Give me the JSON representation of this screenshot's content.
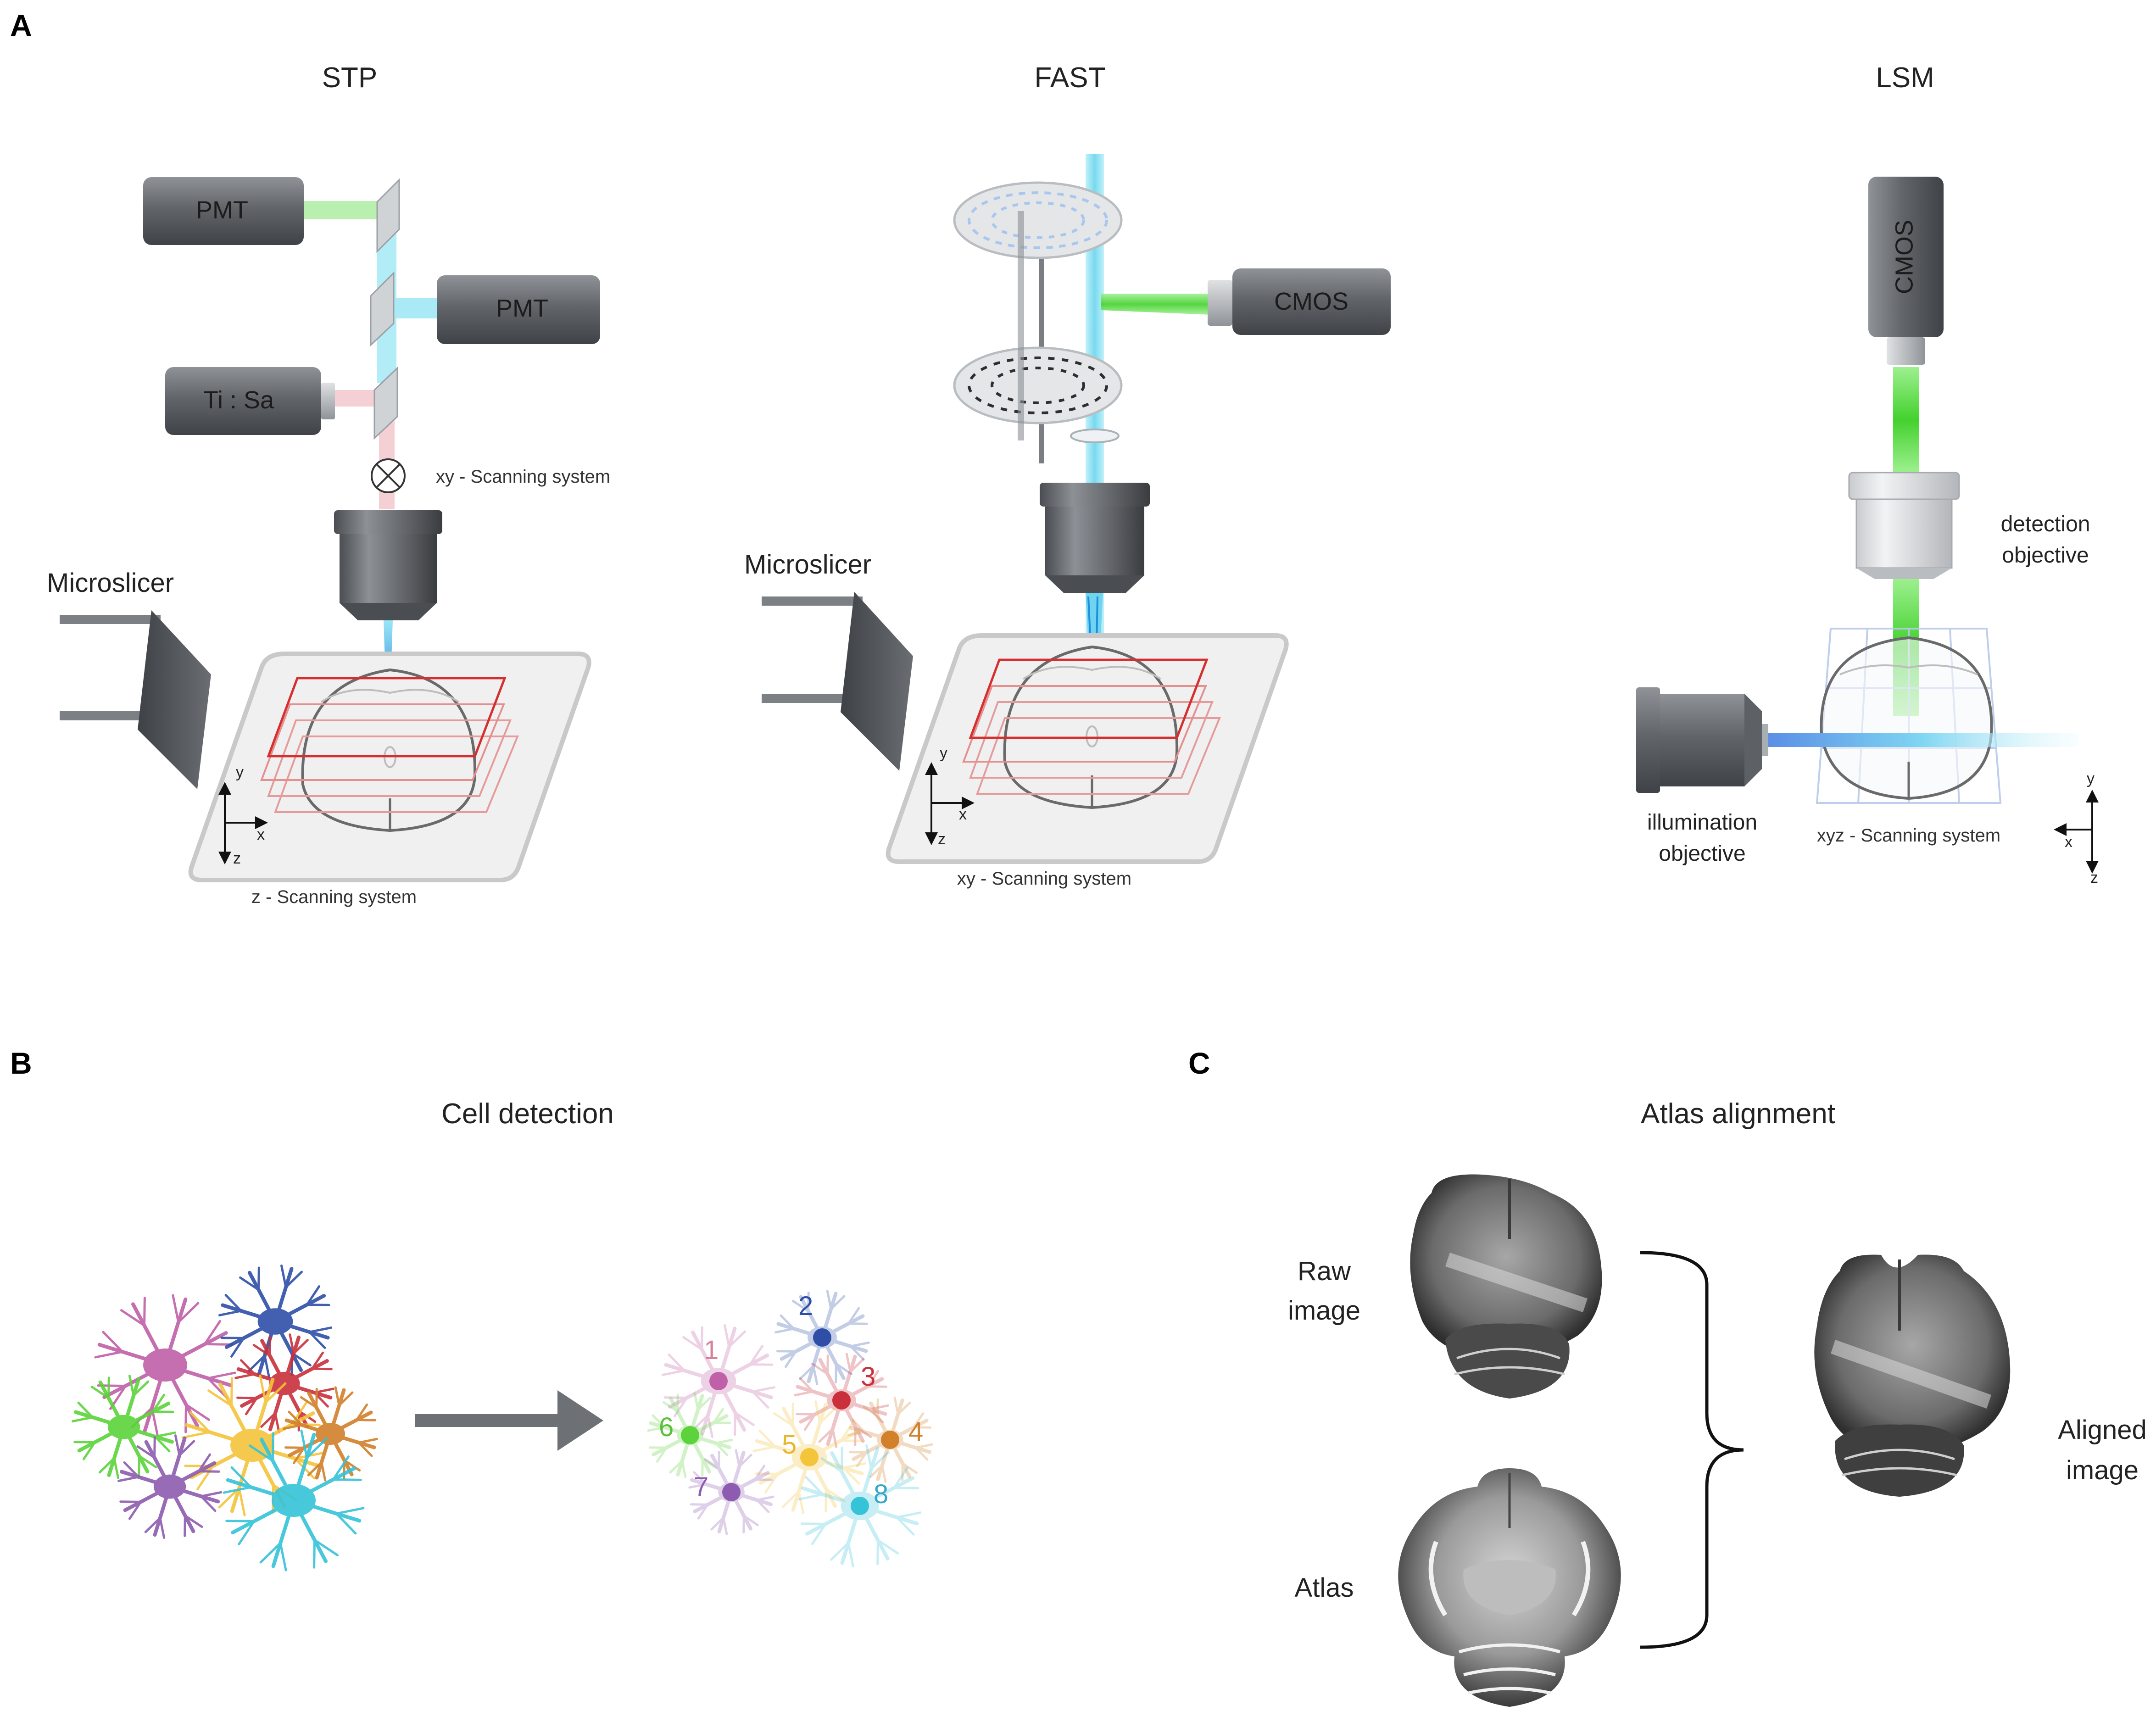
{
  "panels": {
    "a": "A",
    "b": "B",
    "c": "C"
  },
  "section_a": {
    "stp": {
      "title": "STP",
      "pmt_top": "PMT",
      "pmt_right": "PMT",
      "laser": "Ti : Sa",
      "xy_scan": "xy - Scanning system",
      "microslicer": "Microslicer",
      "z_scan": "z - Scanning system",
      "axis_y": "y",
      "axis_x": "x",
      "axis_z": "z"
    },
    "fast": {
      "title": "FAST",
      "camera": "CMOS",
      "microslicer": "Microslicer",
      "xy_scan": "xy - Scanning system",
      "axis_y": "y",
      "axis_x": "x",
      "axis_z": "z"
    },
    "lsm": {
      "title": "LSM",
      "camera": "CMOS",
      "detection_1": "detection",
      "detection_2": "objective",
      "illumination_1": "illumination",
      "illumination_2": "objective",
      "xyz_scan": "xyz - Scanning system",
      "axis_y": "y",
      "axis_x": "x",
      "axis_z": "z"
    }
  },
  "section_b": {
    "title": "Cell detection",
    "cell_numbers": [
      "1",
      "2",
      "3",
      "4",
      "5",
      "6",
      "7",
      "8"
    ]
  },
  "section_c": {
    "title": "Atlas alignment",
    "raw_1": "Raw",
    "raw_2": "image",
    "atlas": "Atlas",
    "aligned_1": "Aligned",
    "aligned_2": "image"
  },
  "colors": {
    "cyan_beam": "#8fe3f2",
    "green_beam": "#7be36b",
    "pink_beam": "#f3c9cf",
    "blue_beam": "#6f9ee8",
    "slice_red": "#d62f2f",
    "stage": "#f1f1f1",
    "device_dark": "#5d6064",
    "neuron_pink": "#c060a8",
    "neuron_blue": "#2f4ea8",
    "neuron_red": "#c9303b",
    "neuron_green": "#5cd33a",
    "neuron_yellow": "#f4c43a",
    "neuron_orange": "#d2802a",
    "neuron_purple": "#8d5bb0",
    "neuron_cyan": "#35c3d8"
  },
  "icons": [
    "pmt-detector-icon",
    "laser-icon",
    "objective-icon",
    "microslicer-blade-icon",
    "scanning-mirror-icon",
    "spinning-disk-icon",
    "cmos-camera-icon",
    "neuron-icon",
    "arrow-right-icon",
    "brace-icon",
    "brain-section-icon"
  ]
}
